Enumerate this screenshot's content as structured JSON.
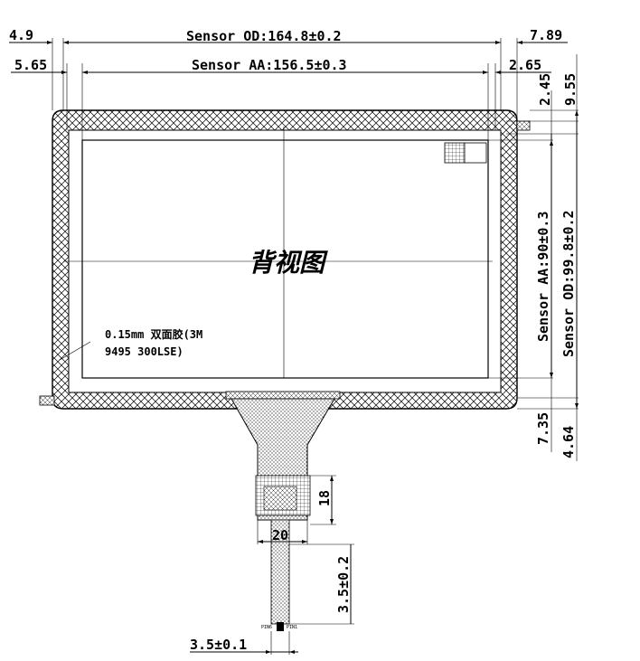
{
  "title": "背视图",
  "dimensions": {
    "od_left": "4.9",
    "od_width": "Sensor OD:164.8±0.2",
    "od_right": "7.89",
    "aa_left": "5.65",
    "aa_width": "Sensor AA:156.5±0.3",
    "aa_right": "2.65",
    "top_od": "9.55",
    "top_aa": "2.45",
    "aa_height": "Sensor AA:90±0.3",
    "od_height": "Sensor OD:99.8±0.2",
    "bottom_aa": "7.35",
    "bottom_od": "4.64",
    "fpc_height": "18",
    "fpc_width": "20",
    "tail_length": "3.5±0.2",
    "tail_width": "3.5±0.1"
  },
  "note": {
    "line1": "0.15mm 双面胶(3M",
    "line2": "9495 300LSE)"
  },
  "pins": {
    "left": "PIN6",
    "right": "PIN1"
  }
}
